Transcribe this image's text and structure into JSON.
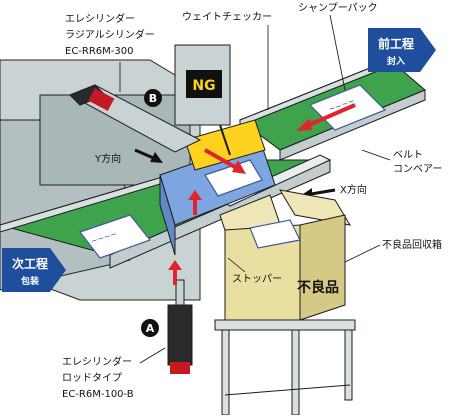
{
  "labels": {
    "cylinder_b_line1": "エレシリンダー",
    "cylinder_b_line2": "ラジアルシリンダー",
    "cylinder_b_model": "EC-RR6M-300",
    "weight_checker": "ウェイトチェッカー",
    "shampoo_pack": "シャンプーパック",
    "y_direction": "Y方向",
    "x_direction": "X方向",
    "belt_conveyor_line1": "ベルト",
    "belt_conveyor_line2": "コンベアー",
    "stopper": "ストッパー",
    "reject_bin": "不良品回収箱",
    "cylinder_a_line1": "エレシリンダー",
    "cylinder_a_line2": "ロッドタイプ",
    "cylinder_a_model": "EC-R6M-100-B",
    "box_text": "不良品",
    "ng_display": "NG",
    "marker_a": "A",
    "marker_b": "B"
  },
  "tags": {
    "prev_process_title": "前工程",
    "prev_process_sub": "封入",
    "next_process_title": "次工程",
    "next_process_sub": "包装"
  },
  "colors": {
    "conveyor_green": "#3fa34d",
    "machine_gray": "#bfcbcb",
    "tag_blue": "#1f4e9c",
    "ng_yellow": "#ffd21f",
    "arrow_red": "#e0242c",
    "box_kraft": "#e9dfa0"
  }
}
